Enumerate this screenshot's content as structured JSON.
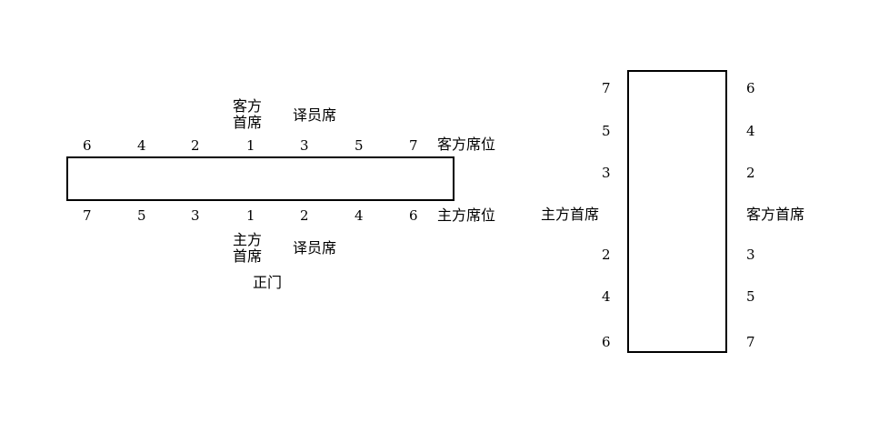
{
  "horizontal": {
    "top_numbers": [
      "6",
      "4",
      "2",
      "1",
      "3",
      "5",
      "7"
    ],
    "bottom_numbers": [
      "7",
      "5",
      "3",
      "1",
      "2",
      "4",
      "6"
    ],
    "guest_head_line1": "客方",
    "guest_head_line2": "首席",
    "translator_top": "译员席",
    "guest_side_label": "客方席位",
    "host_side_label": "主方席位",
    "host_head_line1": "主方",
    "host_head_line2": "首席",
    "translator_bottom": "译员席",
    "entrance": "正门"
  },
  "vertical": {
    "left_numbers_top": [
      "7",
      "5",
      "3"
    ],
    "left_numbers_bottom": [
      "2",
      "4",
      "6"
    ],
    "right_numbers_top": [
      "6",
      "4",
      "2"
    ],
    "right_numbers_bottom": [
      "3",
      "5",
      "7"
    ],
    "host_head": "主方首席",
    "guest_head": "客方首席"
  }
}
